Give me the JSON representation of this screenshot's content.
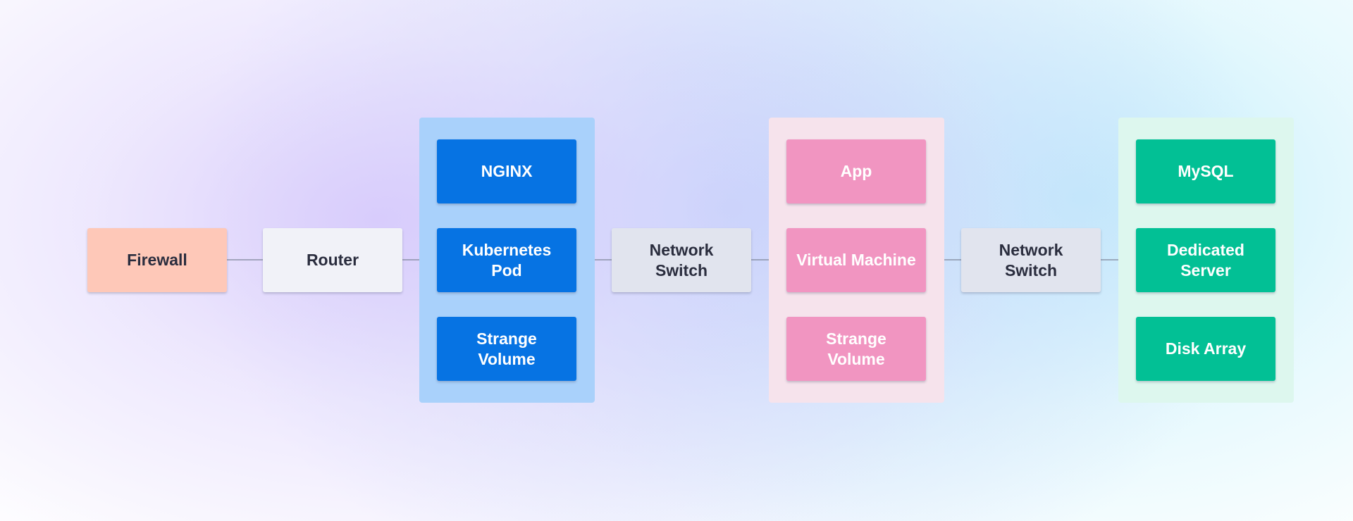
{
  "colors": {
    "connector": "#7c8497",
    "firewall": "#fec8b8",
    "router": "#f1f2f8",
    "switch": "#e1e4ee",
    "kubernetes": "#0673e3",
    "kubernetes_group": "#a9d1fb",
    "vm": "#f195c1",
    "vm_group": "#f6e3ec",
    "database": "#02c095",
    "database_group": "#ddf7ee"
  },
  "nodes": {
    "firewall": "Firewall",
    "router": "Router",
    "switch_1": "Network Switch",
    "switch_2": "Network Switch"
  },
  "groups": {
    "kubernetes": [
      "NGINX",
      "Kubernetes Pod",
      "Strange Volume"
    ],
    "virtual_machine": [
      "App",
      "Virtual Machine",
      "Strange Volume"
    ],
    "data": [
      "MySQL",
      "Dedicated Server",
      "Disk Array"
    ]
  }
}
